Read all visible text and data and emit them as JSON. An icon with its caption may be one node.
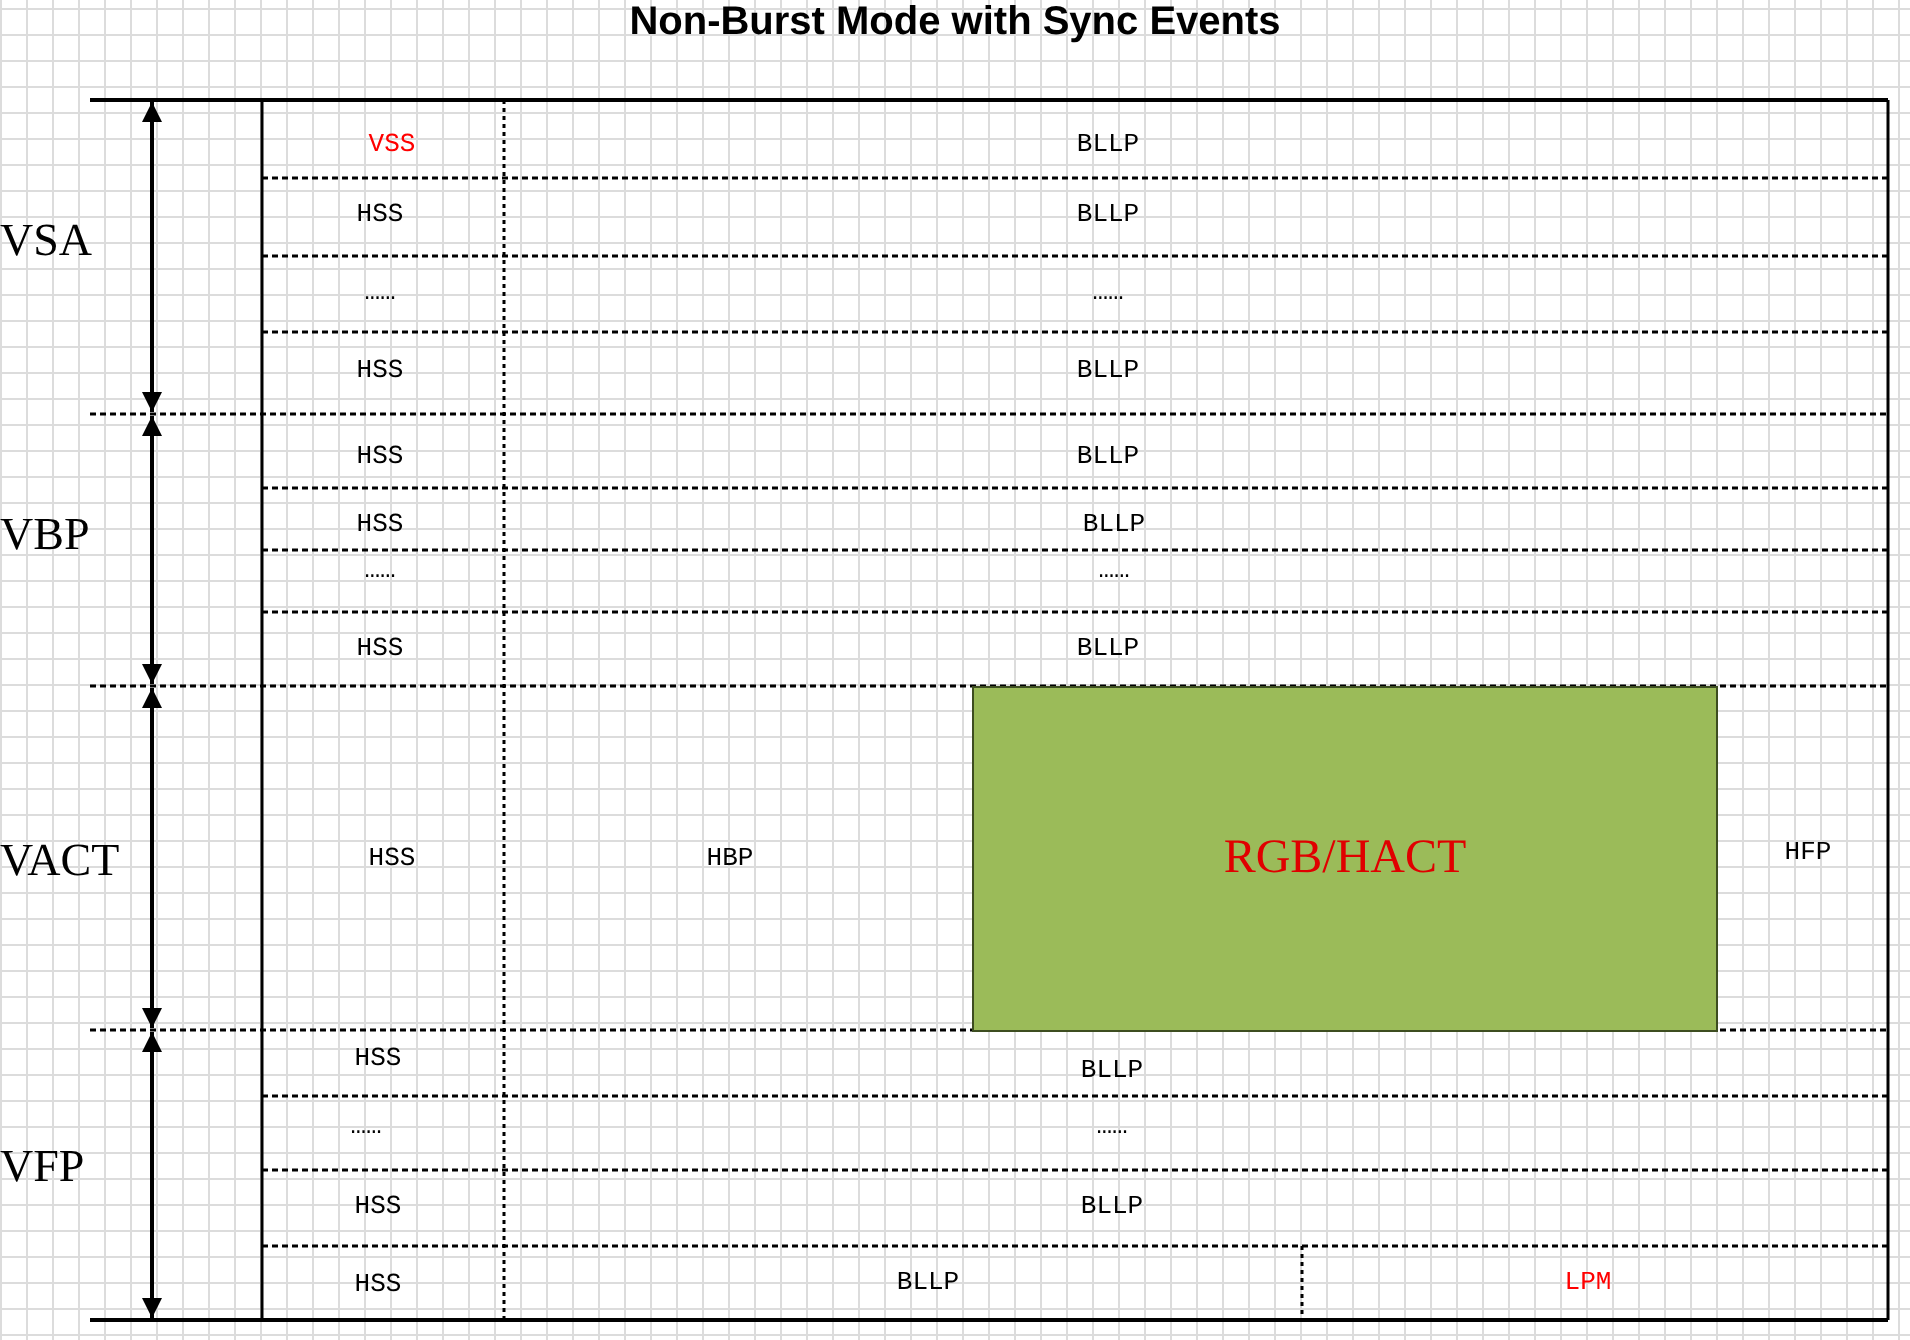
{
  "diagram": {
    "title": "Non-Burst Mode with Sync Events",
    "nodes": [
      {
        "text": [
          "RGB/HACT"
        ]
      }
    ],
    "edges": [],
    "labels": [
      "VSA",
      "VSS",
      "BLLP",
      "HSS",
      "BLLP",
      "……",
      "……",
      "HSS",
      "BLLP",
      "VBP",
      "HSS",
      "BLLP",
      "HSS",
      "BLLP",
      "……",
      "……",
      "HSS",
      "BLLP",
      "VACT",
      "HSS",
      "HBP",
      "HFP",
      "VFP",
      "HSS",
      "BLLP",
      "……",
      "……",
      "HSS",
      "BLLP",
      "HSS",
      "BLLP",
      "LPM"
    ]
  }
}
